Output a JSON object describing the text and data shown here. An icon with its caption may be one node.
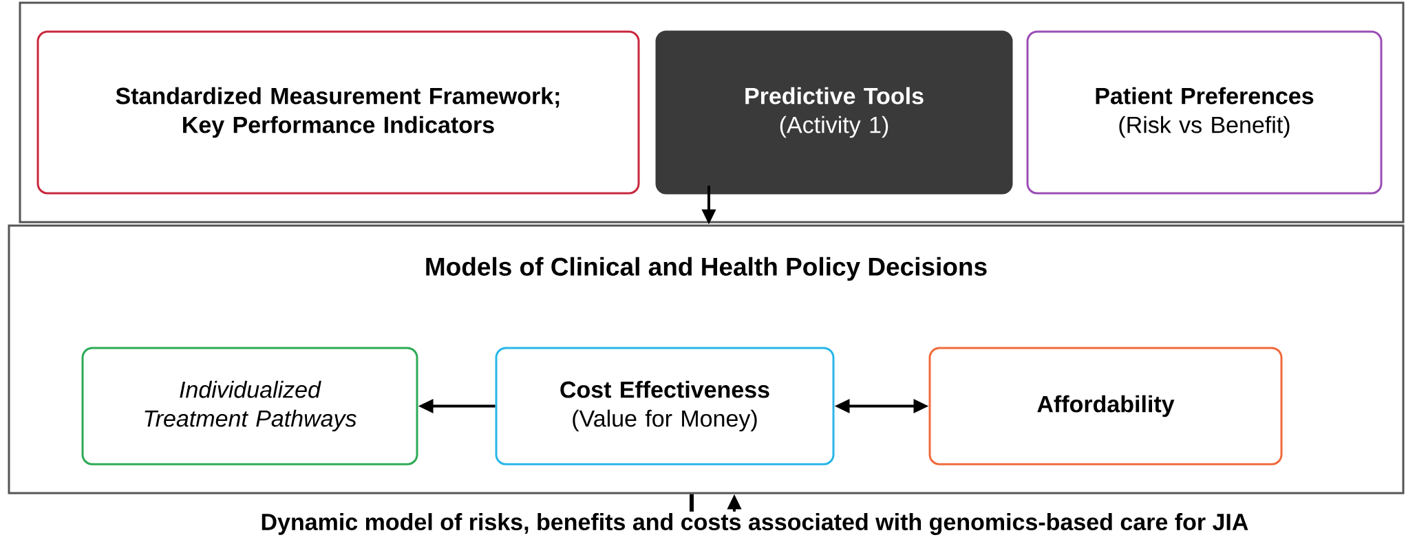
{
  "diagram": {
    "nodes": [
      {
        "text": [],
        "shape": "box"
      },
      {
        "text": [
          "Standardized Measurement Framework; Key Performance Indicators"
        ],
        "in": 0
      },
      {
        "text": [
          "Predictive Tools",
          "(Activity 1)"
        ],
        "in": 0
      },
      {
        "text": [
          "Patient Preferences",
          "(Risk vs Benefit)"
        ],
        "in": 0
      },
      {
        "text": [
          "Models of Clinical and Health Policy Decisions"
        ]
      },
      {
        "text": [
          "Individualized Treatment Pathways"
        ],
        "in": 4
      },
      {
        "text": [
          "Cost Effectiveness",
          "(Value for Money)"
        ],
        "in": 4
      },
      {
        "text": [
          "Affordability"
        ],
        "in": 4
      },
      {
        "text": [
          "Dynamic model of risks, benefits and costs associated with genomics-based care for JIA"
        ]
      }
    ],
    "edges": [
      {
        "from": 2,
        "to": 4,
        "arrow": "to"
      },
      {
        "from": 6,
        "to": 5,
        "arrow": "to"
      },
      {
        "from": 6,
        "to": 7,
        "arrow": "both"
      },
      {
        "from": 4,
        "to": 8,
        "arrow": "none"
      },
      {
        "from": 8,
        "to": 4,
        "arrow": "to"
      }
    ]
  }
}
